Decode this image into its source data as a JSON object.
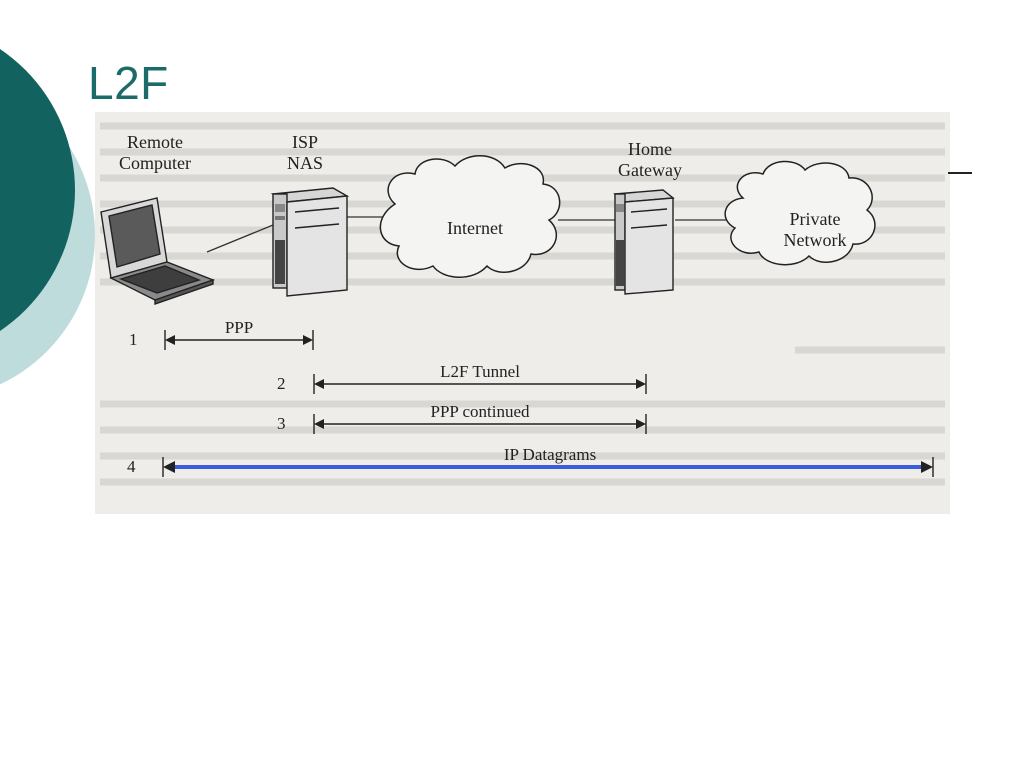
{
  "slide": {
    "title": "L2F",
    "accent_color": "#1b6b6b",
    "light_color": "#bfdcdc"
  },
  "diagram": {
    "nodes": {
      "remote_computer": "Remote\nComputer",
      "isp_nas": "ISP\nNAS",
      "internet": "Internet",
      "home_gateway": "Home\nGateway",
      "private_network": "Private\nNetwork"
    },
    "steps": [
      {
        "number": "1",
        "label": "PPP"
      },
      {
        "number": "2",
        "label": "L2F Tunnel"
      },
      {
        "number": "3",
        "label": "PPP continued"
      },
      {
        "number": "4",
        "label": "IP Datagrams"
      }
    ],
    "highlight_color": "#3b5fdc"
  }
}
